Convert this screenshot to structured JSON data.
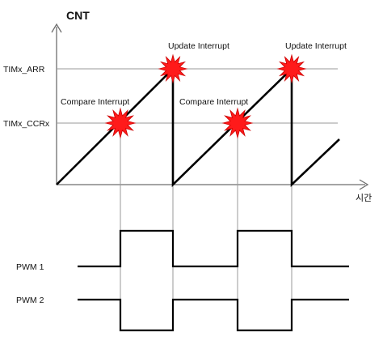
{
  "axis": {
    "y_label": "CNT",
    "x_label": "시간"
  },
  "levels": {
    "arr": "TIMx_ARR",
    "ccr": "TIMx_CCRx"
  },
  "events": {
    "compare_1": "Compare Interrupt",
    "update_1": "Update Interrupt",
    "compare_2": "Compare Interrupt",
    "update_2": "Update Interrupt"
  },
  "signals": {
    "pwm1": "PWM 1",
    "pwm2": "PWM 2"
  },
  "colors": {
    "burst": "#ff1a1a",
    "burst_stroke": "#cc0000",
    "wave": "#000000",
    "guide": "#9a9a9a",
    "axis": "#6e6e6e"
  }
}
